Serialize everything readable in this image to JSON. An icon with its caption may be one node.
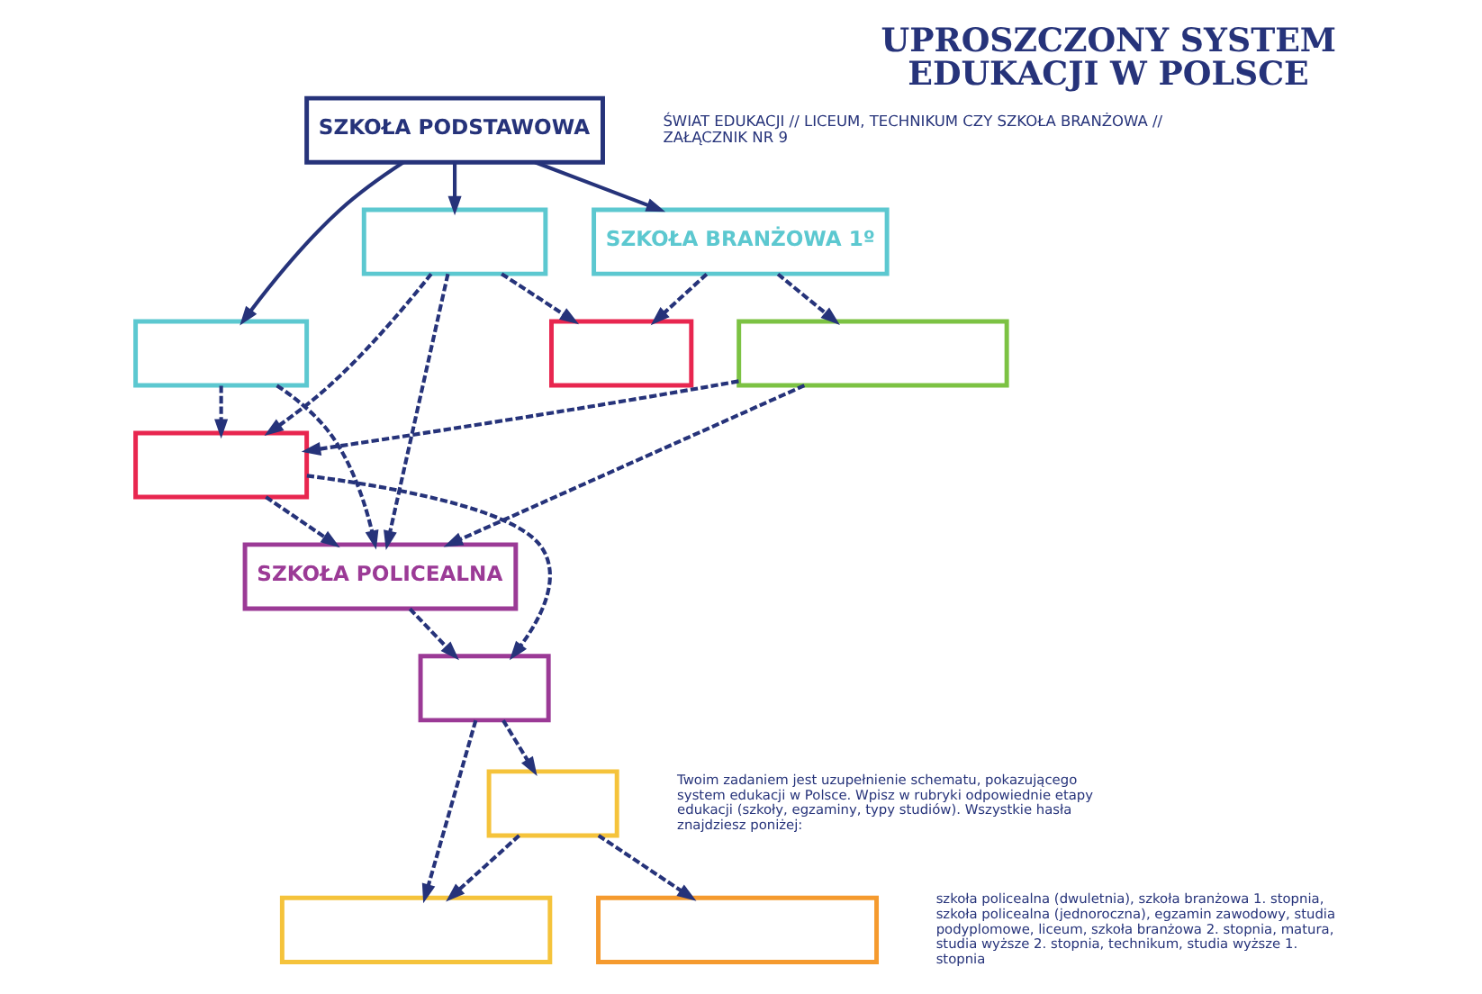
{
  "diagram": {
    "title": "UPROSZCZONY SYSTEM EDUKACJI W POLSCE",
    "nodes": [
      {
        "text": [
          "SZKOŁA PODSTAWOWA"
        ]
      },
      {
        "text": [],
        "shape": "box"
      },
      {
        "text": [],
        "shape": "box"
      },
      {
        "text": [
          "SZKOŁA BRANŻOWA 1º"
        ]
      },
      {
        "text": [],
        "shape": "box"
      },
      {
        "text": [],
        "shape": "box"
      },
      {
        "text": [],
        "shape": "box"
      },
      {
        "text": [
          "SZKOŁA POLICEALNA"
        ]
      },
      {
        "text": [],
        "shape": "box"
      },
      {
        "text": [],
        "shape": "box"
      },
      {
        "text": [],
        "shape": "box"
      },
      {
        "text": [],
        "shape": "box"
      }
    ],
    "edges": [
      {
        "from": 0,
        "to": 1,
        "arrow": "to"
      },
      {
        "from": 0,
        "to": 2,
        "arrow": "to"
      },
      {
        "from": 0,
        "to": 3,
        "arrow": "to"
      },
      {
        "from": 2,
        "to": 4,
        "arrow": "to",
        "style": "dashed"
      },
      {
        "from": 3,
        "to": 4,
        "arrow": "to",
        "style": "dashed"
      },
      {
        "from": 3,
        "to": 6,
        "arrow": "to",
        "style": "dashed"
      },
      {
        "from": 1,
        "to": 5,
        "arrow": "to",
        "style": "dashed"
      },
      {
        "from": 2,
        "to": 5,
        "arrow": "to",
        "style": "dashed"
      },
      {
        "from": 6,
        "to": 5,
        "arrow": "to",
        "style": "dashed"
      },
      {
        "from": 1,
        "to": 7,
        "arrow": "to",
        "style": "dashed"
      },
      {
        "from": 2,
        "to": 7,
        "arrow": "to",
        "style": "dashed"
      },
      {
        "from": 5,
        "to": 7,
        "arrow": "to",
        "style": "dashed"
      },
      {
        "from": 6,
        "to": 7,
        "arrow": "to",
        "style": "dashed"
      },
      {
        "from": 5,
        "to": 8,
        "arrow": "to",
        "style": "dashed"
      },
      {
        "from": 7,
        "to": 8,
        "arrow": "to",
        "style": "dashed"
      },
      {
        "from": 8,
        "to": 9,
        "arrow": "to",
        "style": "dashed"
      },
      {
        "from": 8,
        "to": 10,
        "arrow": "to",
        "style": "dashed"
      },
      {
        "from": 10,
        "to": 9,
        "arrow": "to",
        "style": "dashed"
      },
      {
        "from": 10,
        "to": 11,
        "arrow": "to",
        "style": "dashed"
      }
    ],
    "labels": [
      "ŚWIAT EDUKACJI // LICEUM, TECHNIKUM CZY SZKOŁA BRANŻOWA // ZAŁĄCZNIK NR 9",
      "Twoim zadaniem jest uzupełnienie schematu, pokazującego system edukacji w Polsce. Wpisz w rubryki odpowiednie etapy edukacji (szkoły, egzaminy, typy studiów). Wszystkie hasła znajdziesz poniżej:",
      "szkoła policealna (dwuletnia), szkoła branżowa 1. stopnia, szkoła policealna (jednoroczna), egzamin zawodowy, studia podyplomowe, liceum, szkoła branżowa 2. stopnia, matura, studia wyższe 2. stopnia, technikum, studia wyższe 1. stopnia"
    ]
  }
}
